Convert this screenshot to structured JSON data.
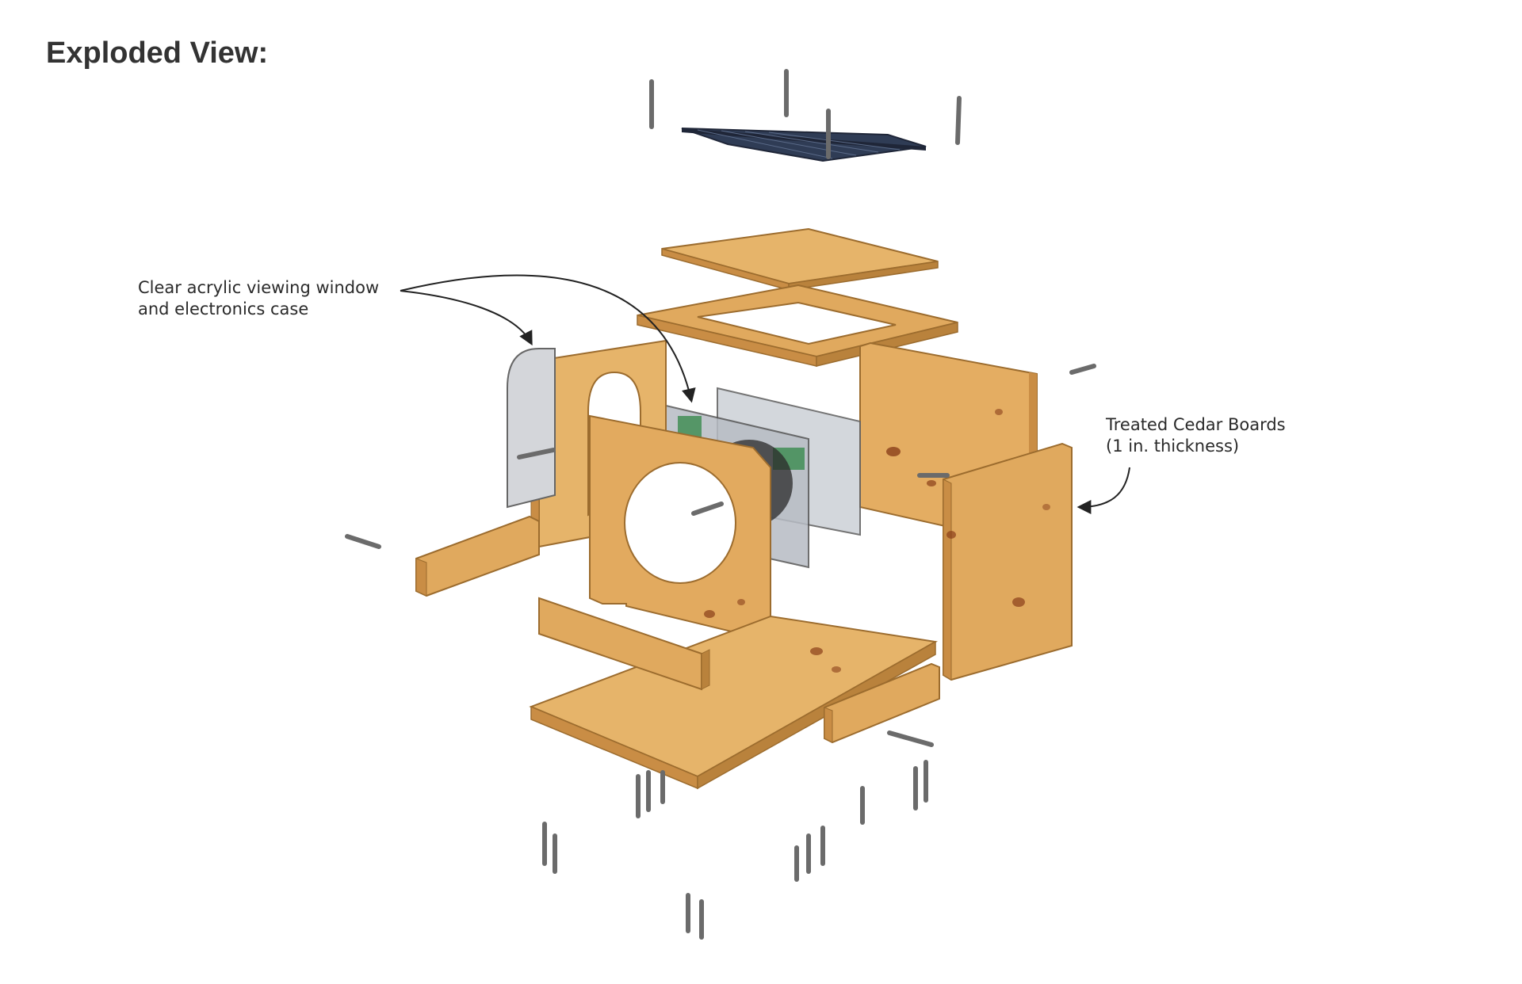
{
  "title": "Exploded View:",
  "callouts": {
    "acrylic": {
      "line1": "Clear acrylic viewing window",
      "line2": "and electronics case"
    },
    "cedar": {
      "line1": "Treated Cedar Boards",
      "line2": "(1 in. thickness)"
    }
  },
  "colors": {
    "wood": "#e0a95e",
    "wood_dark": "#b9823c",
    "wood_light": "#ecc585",
    "solar": "#3a4a66",
    "acrylic": "#c9ccd2",
    "screw": "#8a8a8a",
    "text": "#2b2b2b"
  }
}
